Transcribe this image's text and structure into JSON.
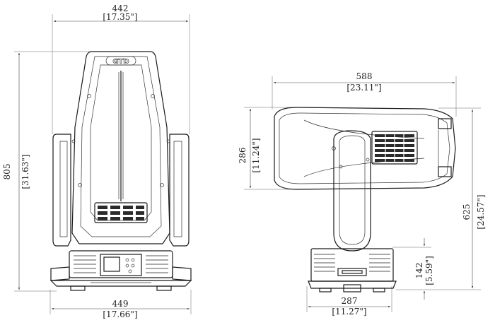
{
  "front_view": {
    "top_width": {
      "mm": "442",
      "inch": "[17.35\"]"
    },
    "height": {
      "mm": "805",
      "inch": "[31.63\"]"
    },
    "base_width": {
      "mm": "449",
      "inch": "[17.66\"]"
    },
    "logo": "GTD"
  },
  "side_view": {
    "overall_length": {
      "mm": "588",
      "inch": "[23.11\"]"
    },
    "head_height": {
      "mm": "286",
      "inch": "[11.24\"]"
    },
    "total_height": {
      "mm": "625",
      "inch": "[24.57\"]"
    },
    "base_height": {
      "mm": "142",
      "inch": "[5.59\"]"
    },
    "base_width": {
      "mm": "287",
      "inch": "[11.27\"]"
    }
  }
}
